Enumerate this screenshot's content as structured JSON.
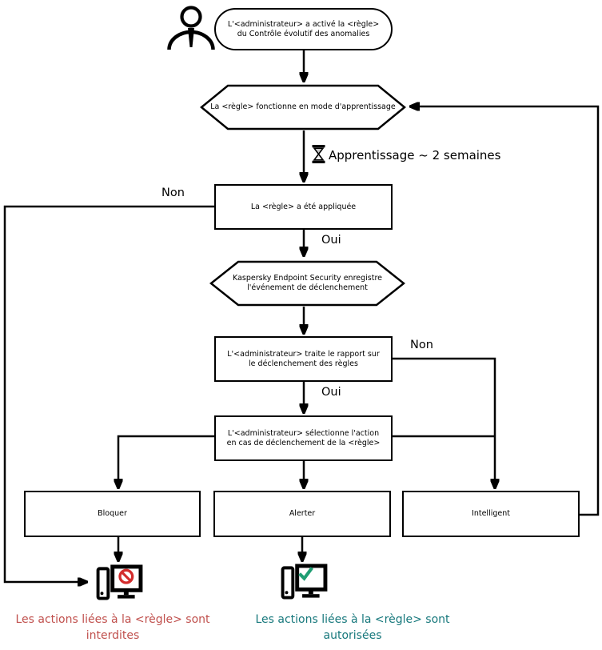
{
  "nodes": {
    "start": {
      "label": "L'<administrateur> a activé la <règle> du Contrôle évolutif des anomalies",
      "shape": "terminator"
    },
    "learning_mode": {
      "label": "La <règle> fonctionne en mode d'apprentissage",
      "shape": "hexagon"
    },
    "rule_applied": {
      "label": "La <règle> a été appliquée",
      "shape": "rectangle"
    },
    "event_logged": {
      "label": "Kaspersky Endpoint Security enregistre l'événement de déclenchement",
      "shape": "hexagon"
    },
    "report_review": {
      "label": "L'<administrateur> traite le rapport sur le déclenchement des règles",
      "shape": "rectangle"
    },
    "select_action": {
      "label": "L'<administrateur> sélectionne l'action en cas de déclenchement de la <règle>",
      "shape": "rectangle"
    },
    "action_block": {
      "label": "Bloquer",
      "shape": "rectangle"
    },
    "action_alert": {
      "label": "Alerter",
      "shape": "rectangle"
    },
    "action_smart": {
      "label": "Intelligent",
      "shape": "rectangle"
    }
  },
  "edge_labels": {
    "learning_duration": "Apprentissage ~ 2 semaines",
    "rule_applied_no": "Non",
    "rule_applied_yes": "Oui",
    "report_no": "Non",
    "report_yes": "Oui"
  },
  "outcomes": {
    "forbidden": "Les actions liées à la <règle> sont interdites",
    "allowed": "Les actions liées à la <règle> sont autorisées"
  },
  "icons": {
    "administrator": "person-icon",
    "learning_timer": "hourglass-icon",
    "blocked_endpoint": "computer-with-prohibition-icon",
    "allowed_endpoint": "computer-with-checkmark-icon"
  },
  "colors": {
    "line": "#000000",
    "node_fill": "#ffffff",
    "forbidden_text": "#c0504d",
    "allowed_text": "#17787c",
    "prohibition_icon": "#d32d2d",
    "check_icon": "#1f9e73",
    "hourglass_sand": "#c9c9c9"
  }
}
